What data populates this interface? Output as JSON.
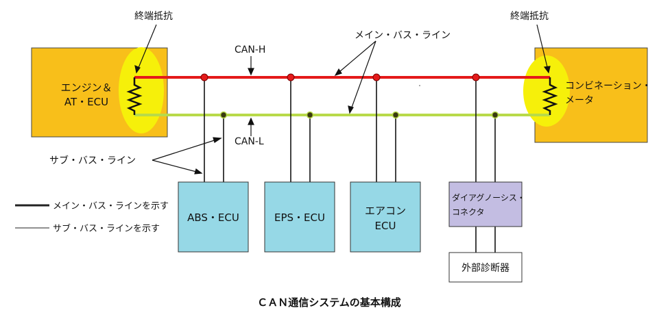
{
  "labels": {
    "resistor_left": "終端抵抗",
    "resistor_right": "終端抵抗",
    "main_bus_line": "メイン・バス・ライン",
    "can_h": "CAN-H",
    "can_l": "CAN-L",
    "sub_bus_line": "サブ・バス・ライン",
    "legend_main": "メイン・バス・ラインを示す",
    "legend_sub": "サブ・バス・ラインを示す",
    "caption": "ＣＡＮ通信システムの基本構成"
  },
  "units": {
    "engine": {
      "line1": "エンジン＆",
      "line2": "AT・ECU"
    },
    "combination": {
      "line1": "コンビネーション・",
      "line2": "メータ"
    },
    "abs": "ABS・ECU",
    "eps": "EPS・ECU",
    "aircon": {
      "line1": "エアコン",
      "line2": "ECU"
    },
    "diag": {
      "line1": "ダイアグノーシス・",
      "line2": "コネクタ"
    },
    "tester": "外部診断器"
  },
  "colors": {
    "ecu_orange": "#f8bf1a",
    "terminator_yellow": "#f6f00a",
    "sub_ecu_blue": "#96d8e6",
    "diag_purple": "#c3bde2",
    "can_h_red": "#e41a1a",
    "can_l_green": "#b8da4a",
    "line_dark": "#222222"
  }
}
